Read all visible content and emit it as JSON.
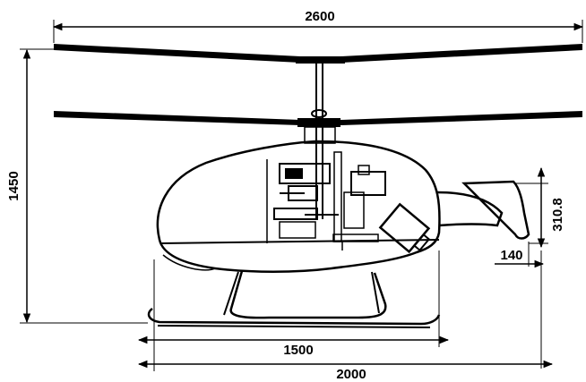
{
  "diagram": {
    "dimensions": {
      "rotor_span": "2600",
      "overall_height": "1450",
      "tail_fin_height": "310.8",
      "tail_fin_width": "140",
      "skid_length": "1500",
      "overall_length": "2000"
    }
  }
}
